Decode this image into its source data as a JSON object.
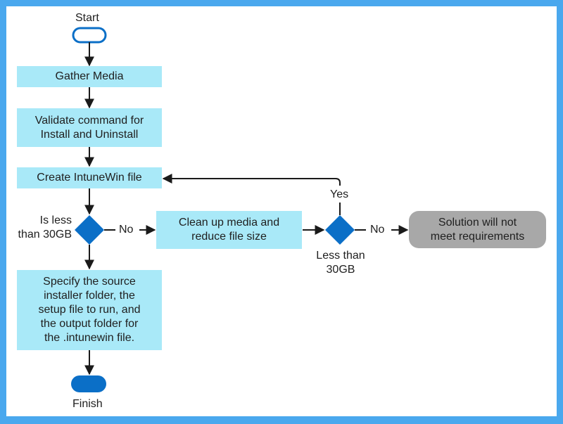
{
  "flow": {
    "start_label": "Start",
    "finish_label": "Finish",
    "gather_media": "Gather Media",
    "validate_command": "Validate command for\nInstall and Uninstall",
    "create_intunewin": "Create IntuneWin file",
    "decision_1_label": "Is less\nthan 30GB",
    "no_label_1": "No",
    "clean_up": "Clean up media and\nreduce file size",
    "yes_label": "Yes",
    "decision_2_label": "Less than\n30GB",
    "no_label_2": "No",
    "solution_not_met": "Solution will not\nmeet requirements",
    "specify_source": "Specify the source\ninstaller folder, the\nsetup file to run, and\nthe output folder for\nthe .intunewin file."
  },
  "colors": {
    "frame": "#4aa8ee",
    "process_box": "#a9e9f8",
    "decision": "#0b6fc7",
    "terminal": "#0b6fc7",
    "end_box": "#a8a8a8",
    "arrow": "#1a1a1a"
  }
}
